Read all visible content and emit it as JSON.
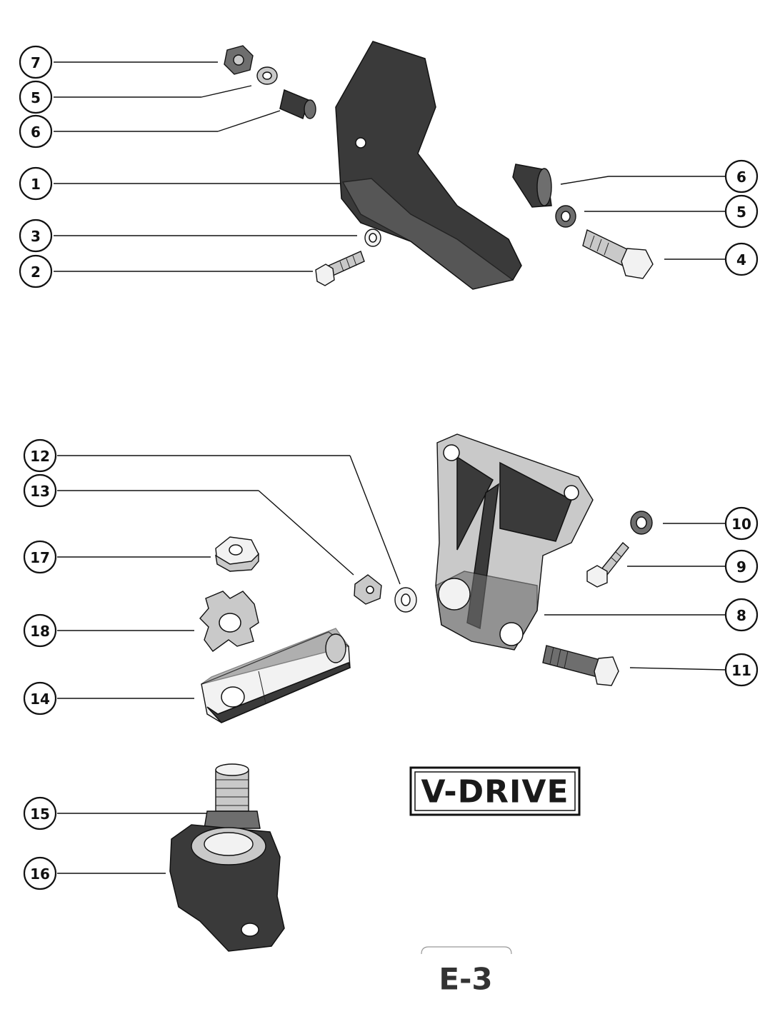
{
  "callouts": [
    {
      "label": "7"
    },
    {
      "label": "5"
    },
    {
      "label": "6"
    },
    {
      "label": "1"
    },
    {
      "label": "3"
    },
    {
      "label": "2"
    },
    {
      "label": "6"
    },
    {
      "label": "5"
    },
    {
      "label": "4"
    },
    {
      "label": "12"
    },
    {
      "label": "13"
    },
    {
      "label": "17"
    },
    {
      "label": "18"
    },
    {
      "label": "14"
    },
    {
      "label": "15"
    },
    {
      "label": "16"
    },
    {
      "label": "10"
    },
    {
      "label": "9"
    },
    {
      "label": "8"
    },
    {
      "label": "11"
    }
  ],
  "title_box": {
    "label": "V-DRIVE"
  },
  "page": {
    "label": "E-3"
  },
  "colors": {
    "ink": "#111111",
    "paper": "#ffffff",
    "part_shade": "#3a3a3a"
  }
}
